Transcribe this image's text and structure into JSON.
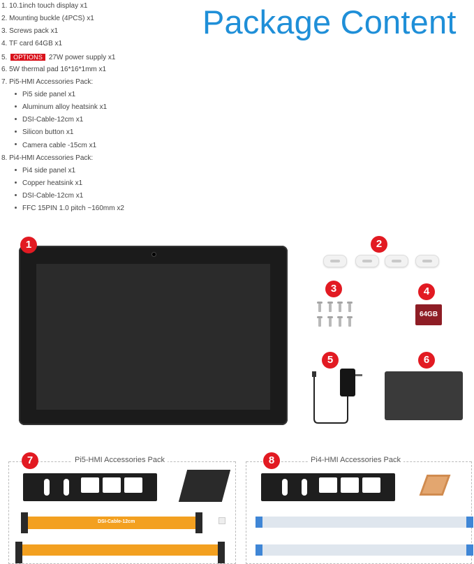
{
  "title": "Package Content",
  "list": {
    "item1": "1. 10.1inch touch display x1",
    "item2": "2. Mounting buckle (4PCS) x1",
    "item3": "3. Screws pack x1",
    "item4": "4. TF card 64GB x1",
    "item5_prefix": "5.",
    "item5_badge": "OPTIONS",
    "item5_text": "27W power supply x1",
    "item6": "6. 5W thermal pad 16*16*1mm x1",
    "item7": "7. Pi5-HMI Accessories Pack:",
    "pi5_items": [
      "Pi5 side panel x1",
      "Aluminum alloy heatsink x1",
      "DSI-Cable-12cm x1",
      "Silicon button x1",
      "Camera cable -15cm x1"
    ],
    "item8": "8. Pi4-HMI Accessories Pack:",
    "pi4_items": [
      "Pi4 side panel x1",
      "Copper heatsink x1",
      "DSI-Cable-12cm x1",
      "FFC 15PIN 1.0 pitch ~160mm x2"
    ]
  },
  "numbers": [
    "1",
    "2",
    "3",
    "4",
    "5",
    "6",
    "7",
    "8"
  ],
  "sdcard_label": "64GB",
  "cable_label": "DSI-Cable-12cm",
  "pack_labels": {
    "pi5": "Pi5-HMI Accessories Pack",
    "pi4": "Pi4-HMI Accessories Pack"
  },
  "colors": {
    "title": "#1f8fd8",
    "badge": "#d9121b",
    "number_circle": "#e21a22"
  }
}
